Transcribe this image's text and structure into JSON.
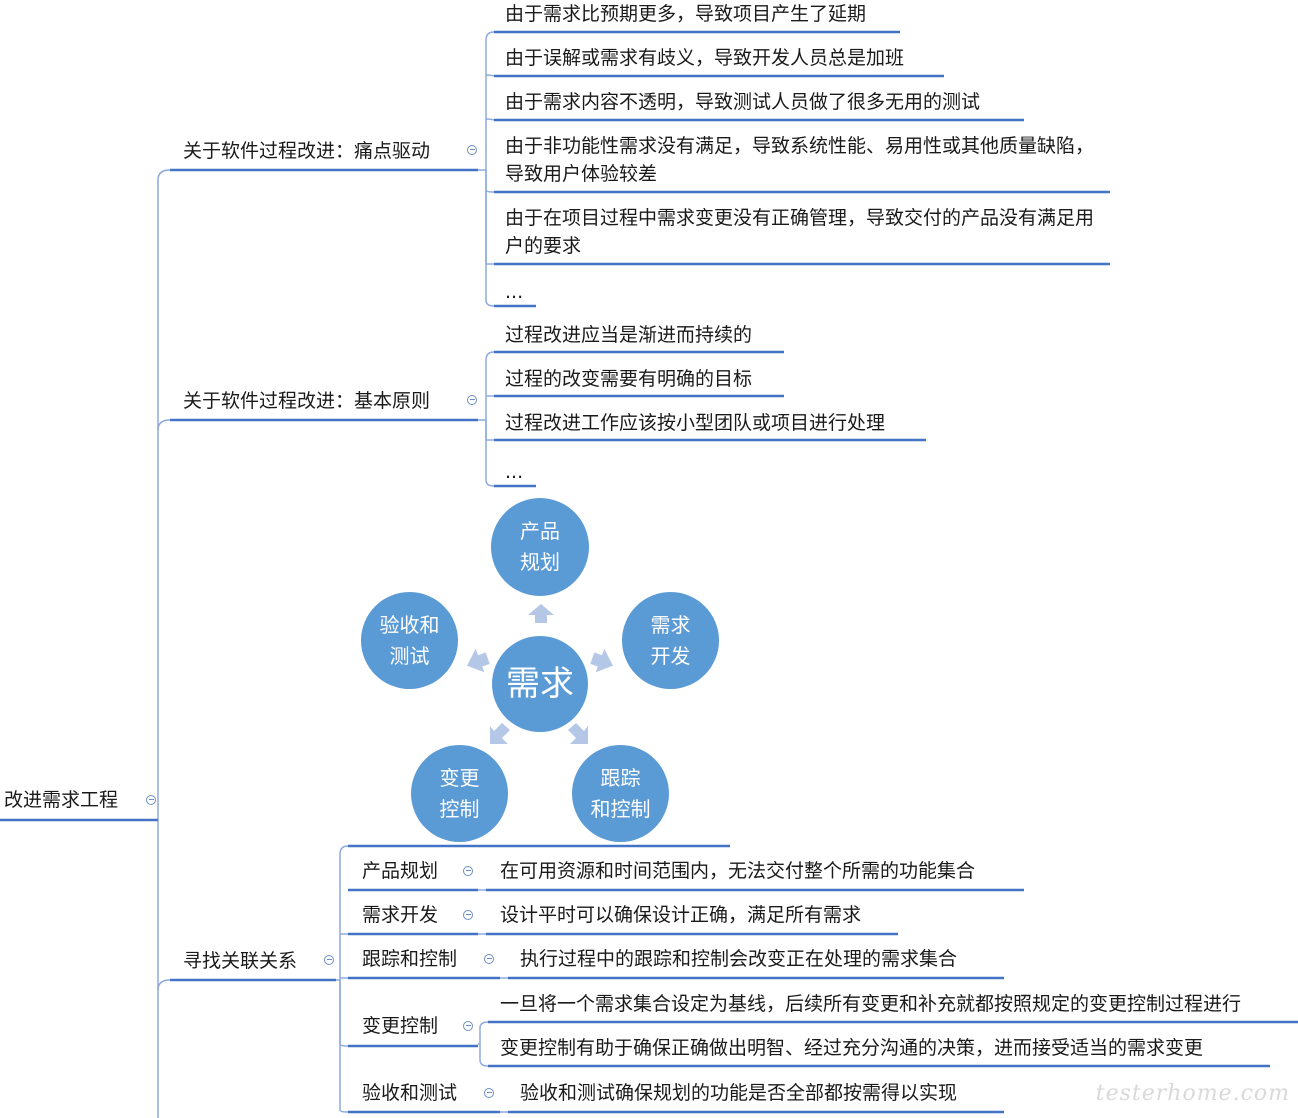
{
  "root": {
    "label": "改进需求工程"
  },
  "branch1": {
    "label": "关于软件过程改进：痛点驱动",
    "items": [
      "由于需求比预期更多，导致项目产生了延期",
      "由于误解或需求有歧义，导致开发人员总是加班",
      "由于需求内容不透明，导致测试人员做了很多无用的测试",
      "由于非功能性需求没有满足，导致系统性能、易用性或其他质量缺陷，导致用户体验较差",
      "由于在项目过程中需求变更没有正确管理，导致交付的产品没有满足用户的要求",
      "..."
    ]
  },
  "branch2": {
    "label": "关于软件过程改进：基本原则",
    "items": [
      "过程改进应当是渐进而持续的",
      "过程的改变需要有明确的目标",
      "过程改进工作应该按小型团队或项目进行处理",
      "..."
    ]
  },
  "cycle": {
    "center": "需求",
    "nodes": [
      {
        "label": "产品\n规划"
      },
      {
        "label": "需求\n开发"
      },
      {
        "label": "跟踪\n和控制"
      },
      {
        "label": "变更\n控制"
      },
      {
        "label": "验收和\n测试"
      }
    ],
    "color": "#5b9bd5",
    "arrow_color": "#b4c7e7"
  },
  "branch3": {
    "label": "寻找关联关系",
    "children": [
      {
        "label": "产品规划",
        "items": [
          "在可用资源和时间范围内，无法交付整个所需的功能集合"
        ]
      },
      {
        "label": "需求开发",
        "items": [
          "设计平时可以确保设计正确，满足所有需求"
        ]
      },
      {
        "label": "跟踪和控制",
        "items": [
          "执行过程中的跟踪和控制会改变正在处理的需求集合"
        ]
      },
      {
        "label": "变更控制",
        "items": [
          "一旦将一个需求集合设定为基线，后续所有变更和补充就都按照规定的变更控制过程进行",
          "变更控制有助于确保正确做出明智、经过充分沟通的决策，进而接受适当的需求变更"
        ]
      },
      {
        "label": "验收和测试",
        "items": [
          "验收和测试确保规划的功能是否全部都按需得以实现"
        ]
      }
    ]
  },
  "watermark": "testerhome.com",
  "colors": {
    "line": "#4472c4",
    "connector": "#8eaadb"
  }
}
